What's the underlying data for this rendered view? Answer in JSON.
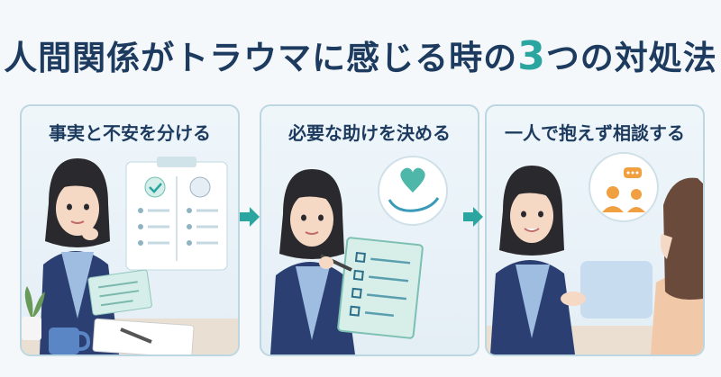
{
  "header": {
    "title_main": "人間関係がトラウマに感じる時の",
    "title_num": "3",
    "title_tail": "つの対処法"
  },
  "panels": [
    {
      "heading": "事実と不安を分ける"
    },
    {
      "heading": "必要な助けを決める"
    },
    {
      "heading": "一人で抱えず相談する"
    }
  ],
  "colors": {
    "navy": "#1d3a5f",
    "teal": "#2aa5a0",
    "cardigan": "#2b3f73",
    "orange": "#f0a040"
  }
}
